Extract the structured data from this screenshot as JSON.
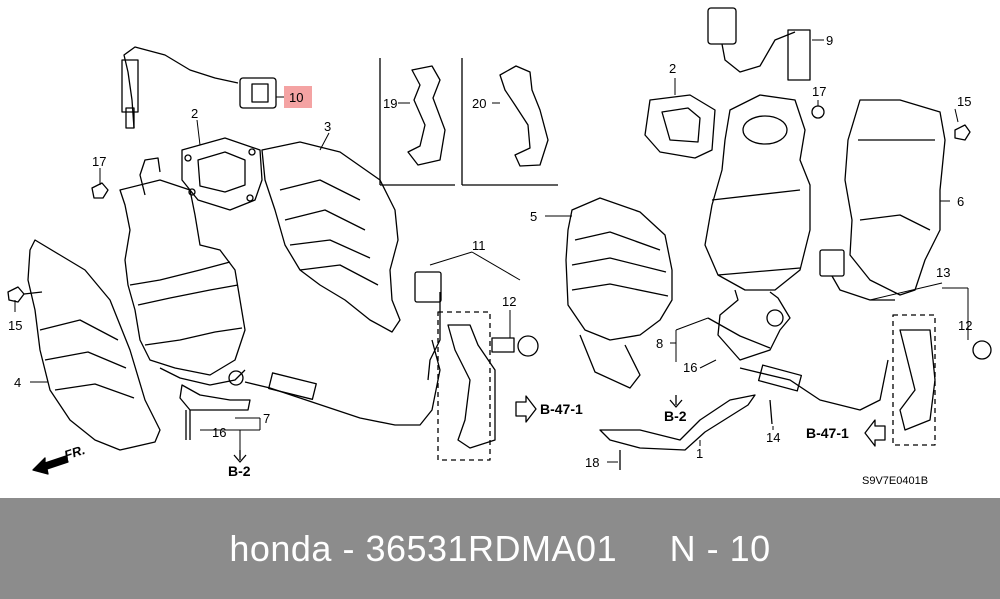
{
  "diagram": {
    "part_numbers": {
      "n1": "1",
      "n2a": "2",
      "n2b": "2",
      "n3": "3",
      "n4": "4",
      "n5": "5",
      "n6": "6",
      "n7": "7",
      "n8": "8",
      "n9": "9",
      "n10": "10",
      "n11": "11",
      "n12a": "12",
      "n12b": "12",
      "n13": "13",
      "n14": "14",
      "n15a": "15",
      "n15b": "15",
      "n16a": "16",
      "n16b": "16",
      "n17a": "17",
      "n17b": "17",
      "n18": "18",
      "n19": "19",
      "n20": "20"
    },
    "refs": {
      "b47_left": "B-47-1",
      "b47_right": "B-47-1",
      "b2_left": "B-2",
      "b2_right": "B-2"
    },
    "front_label": "FR.",
    "diagram_code": "S9V7E0401B",
    "highlight_color": "#f4a3a3"
  },
  "footer": {
    "caption": "honda - 36531RDMA01     N - 10"
  }
}
